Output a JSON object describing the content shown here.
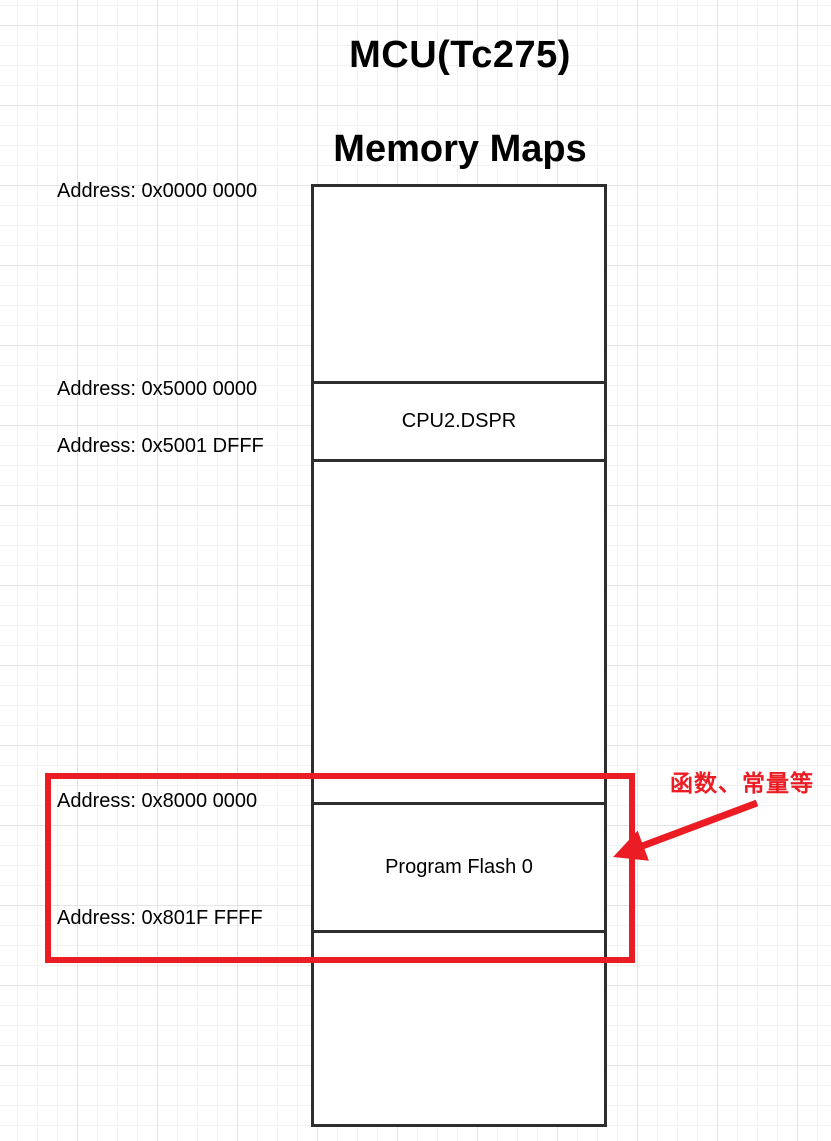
{
  "header": {
    "title": "MCU(Tc275)",
    "subtitle": "Memory Maps"
  },
  "memory_map": {
    "address_labels": [
      "Address: 0x0000 0000",
      "Address: 0x5000 0000",
      "Address: 0x5001 DFFF",
      "Address: 0x8000 0000",
      "Address: 0x801F FFFF"
    ],
    "section_labels": {
      "cpu2_dspr": "CPU2.DSPR",
      "program_flash_0": "Program Flash 0"
    }
  },
  "annotation": {
    "label": "函数、常量等"
  },
  "colors": {
    "highlight_red": "#ec1c24",
    "box_stroke": "#2e2e2e"
  }
}
